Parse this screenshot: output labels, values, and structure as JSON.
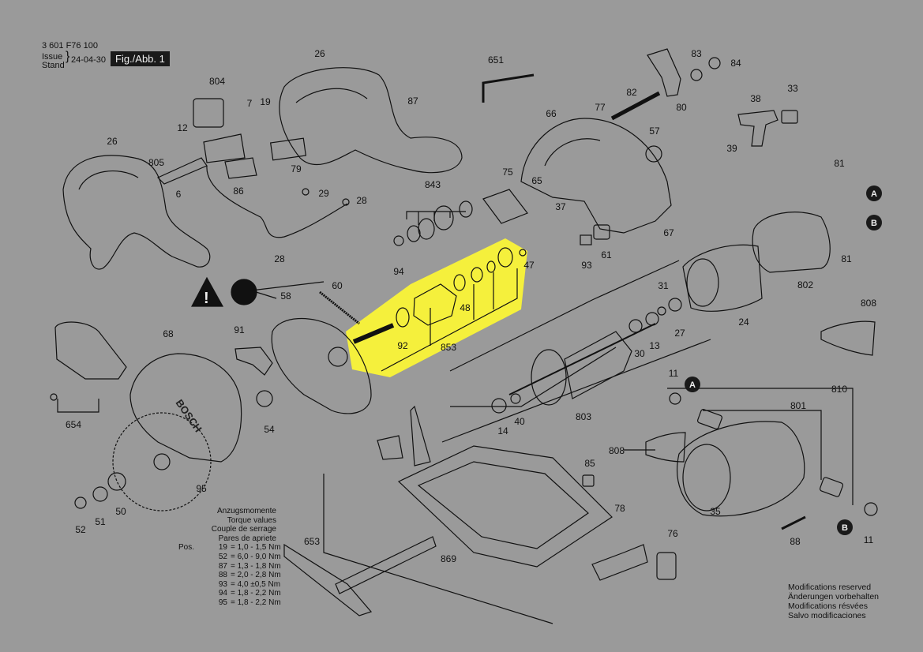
{
  "header": {
    "doc_number": "3 601 F76 100",
    "issue_label": "Issue",
    "stand_label": "Stand",
    "date": "24-04-30",
    "figure": "Fig./Abb. 1"
  },
  "torque": {
    "titles": [
      "Anzugsmomente",
      "Torque values",
      "Couple de serrage",
      "Pares de apriete"
    ],
    "pos_label": "Pos.",
    "rows": [
      {
        "pos": "19",
        "value": "1,0 - 1,5 Nm"
      },
      {
        "pos": "52",
        "value": "6,0 - 9,0 Nm"
      },
      {
        "pos": "87",
        "value": "1,3 - 1,8 Nm"
      },
      {
        "pos": "88",
        "value": "2,0 - 2,8 Nm"
      },
      {
        "pos": "93",
        "value": "4,0 ±0,5 Nm"
      },
      {
        "pos": "94",
        "value": "1,8 - 2,2 Nm"
      },
      {
        "pos": "95",
        "value": "1,8 - 2,2 Nm"
      }
    ]
  },
  "modifications": [
    "Modifications reserved",
    "Änderungen vorbehalten",
    "Modifications résvées",
    "Salvo modificaciones"
  ],
  "connectors": [
    "A",
    "B",
    "A",
    "B"
  ],
  "brand_text": "BOSCH",
  "part_labels": [
    "26",
    "804",
    "7",
    "19",
    "87",
    "12",
    "26",
    "805",
    "79",
    "6",
    "86",
    "29",
    "28",
    "28",
    "651",
    "83",
    "84",
    "82",
    "80",
    "77",
    "57",
    "66",
    "38",
    "33",
    "39",
    "81",
    "75",
    "843",
    "65",
    "37",
    "47",
    "61",
    "93",
    "67",
    "94",
    "60",
    "58",
    "92",
    "48",
    "853",
    "31",
    "802",
    "81",
    "808",
    "27",
    "24",
    "91",
    "68",
    "654",
    "54",
    "30",
    "13",
    "803",
    "14",
    "40",
    "11",
    "810",
    "801",
    "808",
    "52",
    "51",
    "50",
    "95",
    "85",
    "78",
    "35",
    "88",
    "11",
    "76",
    "653",
    "869"
  ],
  "colors": {
    "background": "#9a9a9a",
    "ink": "#111111",
    "highlight": "#f5f03c",
    "connector": "#1a1a1a"
  }
}
